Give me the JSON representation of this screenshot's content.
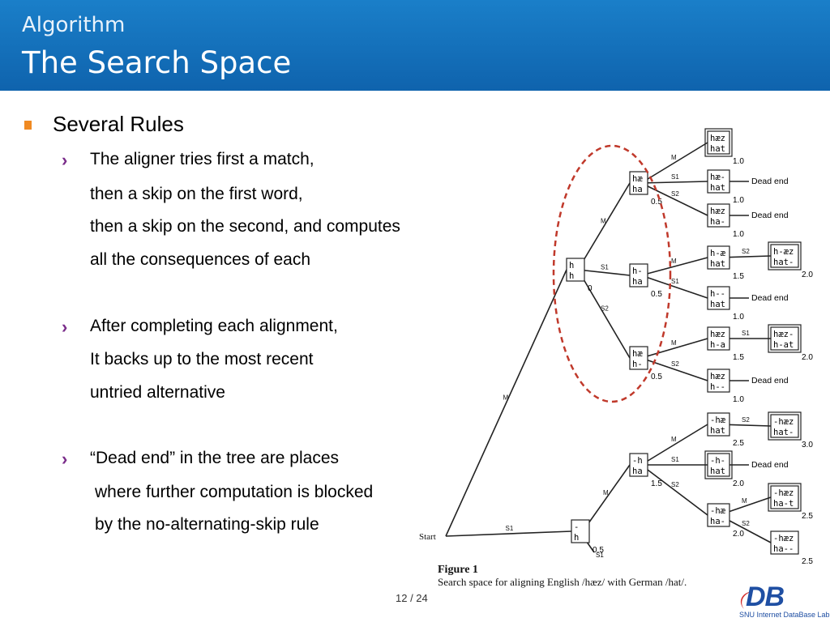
{
  "header": {
    "subtitle": "Algorithm",
    "title": "The Search Space"
  },
  "content": {
    "heading": "Several Rules",
    "bullets": [
      {
        "lines": [
          "The aligner tries first a match,",
          "then a skip on the first word,",
          "then a skip on the second, and computes",
          "all the consequences of each"
        ]
      },
      {
        "lines": [
          "After completing each alignment,",
          "It backs up to the most recent",
          "untried alternative"
        ]
      },
      {
        "lines": [
          "“Dead end” in the tree are places",
          "where further computation is blocked",
          "by the no-alternating-skip rule"
        ]
      }
    ],
    "chevron": "›"
  },
  "figure": {
    "caption_label": "Figure 1",
    "caption_text": "Search space for aligning English /hæz/ with German /hat/.",
    "start_label": "Start",
    "nodes": [
      {
        "id": "root2",
        "top": "h",
        "bottom": "h",
        "score": "0"
      },
      {
        "id": "n_hae_ha",
        "top": "hæ",
        "bottom": "ha",
        "score": "0.5"
      },
      {
        "id": "n_h_ha",
        "top": "h-",
        "bottom": "ha",
        "score": "0.5"
      },
      {
        "id": "n_hae_h",
        "top": "hæ",
        "bottom": "h-",
        "score": "0.5"
      },
      {
        "id": "leaf_haez_hat",
        "top": "hæz",
        "bottom": "hat",
        "score": "1.0"
      },
      {
        "id": "leaf_hae_hat",
        "top": "hæ-",
        "bottom": "hat",
        "score": "1.0",
        "dead": "Dead end"
      },
      {
        "id": "leaf_haez_ha",
        "top": "hæz",
        "bottom": "ha-",
        "score": "1.0",
        "dead": "Dead end"
      },
      {
        "id": "n_hae_hat2",
        "top": "h-æ",
        "bottom": "hat",
        "score": "1.5"
      },
      {
        "id": "leaf_haez_hat2",
        "top": "h-æz",
        "bottom": "hat-",
        "score": "2.0"
      },
      {
        "id": "leaf_h_hat",
        "top": "h--",
        "bottom": "hat",
        "score": "1.0",
        "dead": "Dead end"
      },
      {
        "id": "n_haez_ha2",
        "top": "hæz",
        "bottom": "h-a",
        "score": "1.5"
      },
      {
        "id": "leaf_haez_hat3",
        "top": "hæz-",
        "bottom": "h-at",
        "score": "2.0"
      },
      {
        "id": "leaf_haez_h",
        "top": "hæz",
        "bottom": "h--",
        "score": "1.0",
        "dead": "Dead end"
      },
      {
        "id": "root_start_child",
        "top": "-",
        "bottom": "h",
        "score": "0.5"
      },
      {
        "id": "n_h_ha3",
        "top": "-h",
        "bottom": "ha",
        "score": "1.5"
      },
      {
        "id": "n_hae_hat3",
        "top": "-hæ",
        "bottom": "hat",
        "score": "2.5"
      },
      {
        "id": "leaf_haez_hat4",
        "top": "-hæz",
        "bottom": "hat-",
        "score": "3.0"
      },
      {
        "id": "leaf_h_hat2",
        "top": "-h-",
        "bottom": "hat",
        "score": "2.0",
        "dead": "Dead end"
      },
      {
        "id": "n_hae_ha4",
        "top": "-hæ",
        "bottom": "ha-",
        "score": "2.0"
      },
      {
        "id": "leaf_haez_hat5",
        "top": "-hæz",
        "bottom": "ha-t",
        "score": "2.5"
      },
      {
        "id": "leaf_haez_ha6",
        "top": "-hæz",
        "bottom": "ha--",
        "score": "2.5"
      }
    ],
    "edge_labels": {
      "match": "M",
      "skip1": "S1",
      "skip2": "S2"
    }
  },
  "footer": {
    "page": "12 / 24",
    "logo_big": "DB",
    "logo_small": "SNU Internet DataBase Lab."
  },
  "colors": {
    "header": "#1474c0",
    "bullet_square": "#f08a22",
    "chevron": "#7a2c8a",
    "ellipse": "#c0392b",
    "logo": "#1f4fa3"
  }
}
